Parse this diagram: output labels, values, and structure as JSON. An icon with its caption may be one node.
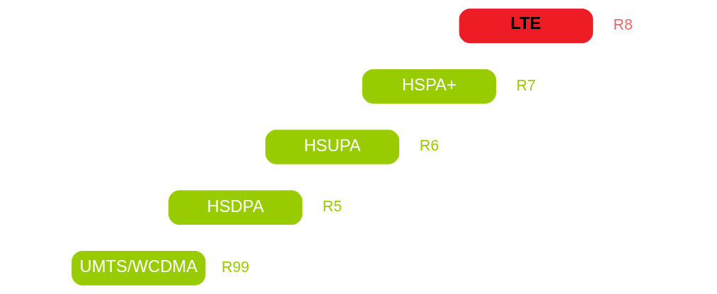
{
  "diagram": {
    "nodes": [
      {
        "text": [
          "UMTS/WCDMA"
        ],
        "beside": [
          "R99"
        ]
      },
      {
        "text": [
          "HSDPA"
        ],
        "beside": [
          "R5"
        ]
      },
      {
        "text": [
          "HSUPA"
        ],
        "beside": [
          "R6"
        ]
      },
      {
        "text": [
          "HSPA+"
        ],
        "beside": [
          "R7"
        ]
      },
      {
        "text": [
          "LTE"
        ],
        "beside": [
          "R8"
        ]
      }
    ]
  }
}
